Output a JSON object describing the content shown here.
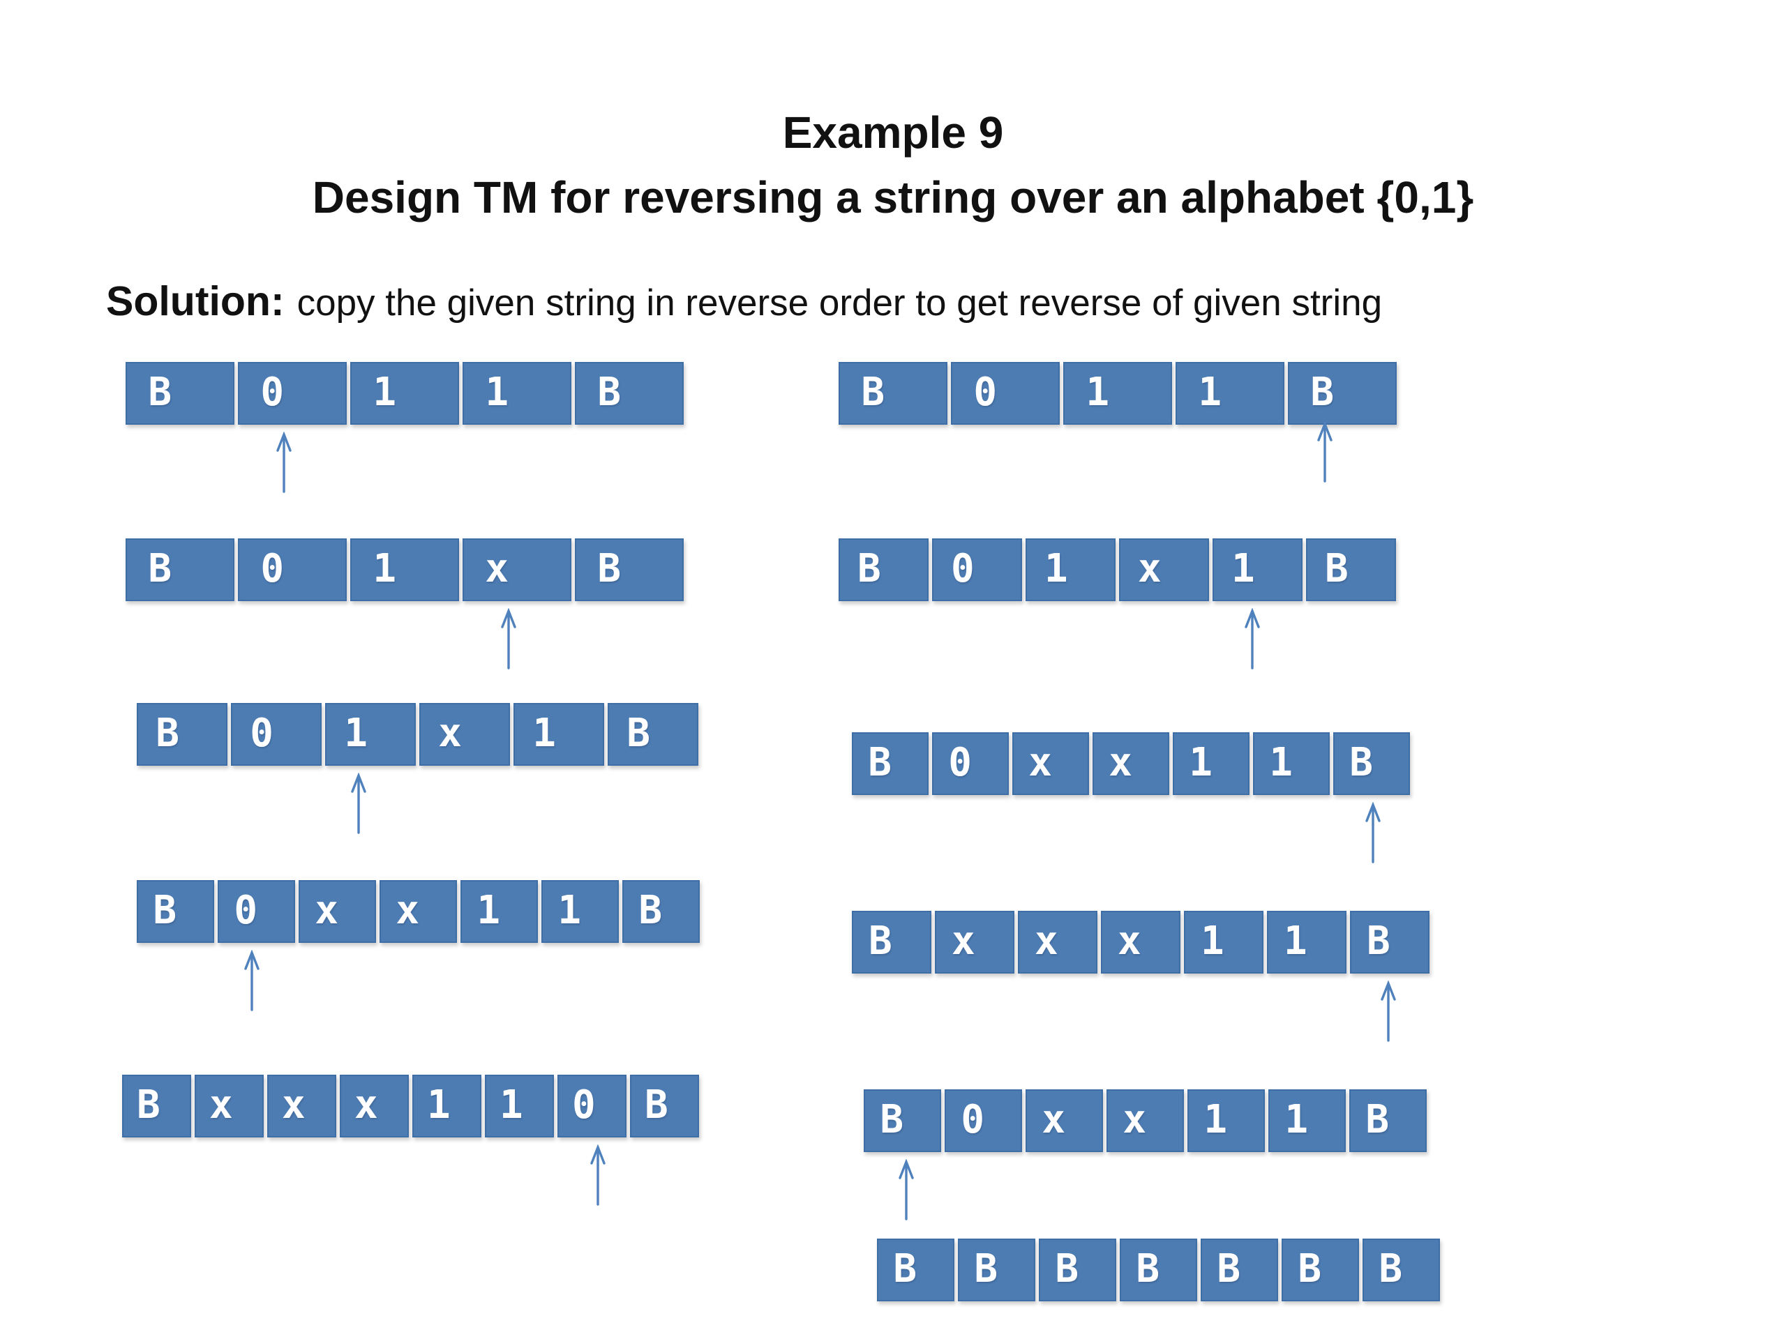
{
  "slide": {
    "title_line1": "Example 9",
    "title_line2": "Design TM for reversing a string over an alphabet {0,1}",
    "solution_label": "Solution:",
    "solution_text": "copy the given string in reverse order to get reverse of given string"
  },
  "colors": {
    "background": "#ffffff",
    "cell_fill": "#4d7cb3",
    "cell_border": "#3f6da5",
    "cell_text": "#ffffff",
    "arrow": "#4f81bd",
    "title_text": "#111111"
  },
  "icons": {
    "head_pointer": "up-arrow-icon"
  },
  "tapes": {
    "left": [
      {
        "id": "left-tape-1",
        "cells": [
          "B",
          "0",
          "1",
          "1",
          "B"
        ],
        "head": 1
      },
      {
        "id": "left-tape-2",
        "cells": [
          "B",
          "0",
          "1",
          "x",
          "B"
        ],
        "head": 3
      },
      {
        "id": "left-tape-3",
        "cells": [
          "B",
          "0",
          "1",
          "x",
          "1",
          "B"
        ],
        "head": 2
      },
      {
        "id": "left-tape-4",
        "cells": [
          "B",
          "0",
          "x",
          "x",
          "1",
          "1",
          "B"
        ],
        "head": 1
      },
      {
        "id": "left-tape-5",
        "cells": [
          "B",
          "x",
          "x",
          "x",
          "1",
          "1",
          "0",
          "B"
        ],
        "head": 6
      }
    ],
    "right": [
      {
        "id": "right-tape-1",
        "cells": [
          "B",
          "0",
          "1",
          "1",
          "B"
        ],
        "head": 4
      },
      {
        "id": "right-tape-2",
        "cells": [
          "B",
          "0",
          "1",
          "x",
          "1",
          "B"
        ],
        "head": 4
      },
      {
        "id": "right-tape-3",
        "cells": [
          "B",
          "0",
          "x",
          "x",
          "1",
          "1",
          "B"
        ],
        "head": 6
      },
      {
        "id": "right-tape-4",
        "cells": [
          "B",
          "x",
          "x",
          "x",
          "1",
          "1",
          "B"
        ],
        "head": 6
      },
      {
        "id": "right-tape-5",
        "cells": [
          "B",
          "0",
          "x",
          "x",
          "1",
          "1",
          "B"
        ],
        "head": 0
      },
      {
        "id": "right-tape-6",
        "cells": [
          "B",
          "B",
          "B",
          "B",
          "B",
          "B",
          "B"
        ],
        "head": null
      }
    ]
  }
}
